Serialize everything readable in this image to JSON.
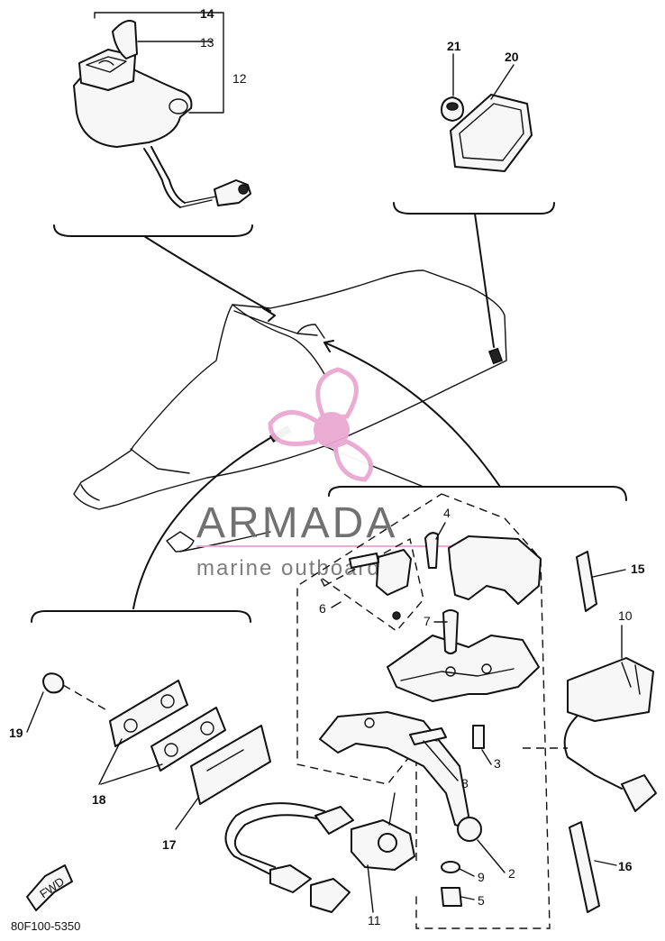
{
  "diagram_code": "80F100-5350",
  "watermark": {
    "title": "ARMADA",
    "subtitle": "marine outboards",
    "accent_color": "#e9a8d0"
  },
  "fwd_marker": "FWD",
  "callouts": {
    "p2": "2",
    "p3": "3",
    "p4": "4",
    "p5": "5",
    "p6": "6",
    "p7": "7",
    "p8": "8",
    "p9": "9",
    "p10": "10",
    "p11": "11",
    "p12": "12",
    "p13": "13",
    "p14": "14",
    "p15": "15",
    "p16": "16",
    "p17": "17",
    "p18": "18",
    "p19": "19",
    "p20": "20",
    "p21": "21"
  }
}
